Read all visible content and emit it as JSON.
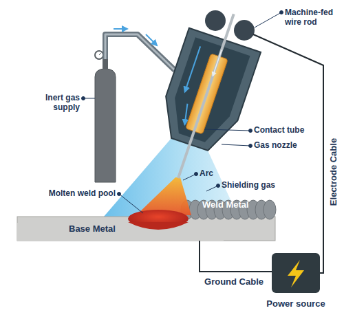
{
  "diagram": {
    "labels": [
      "Machine-fed wire rod",
      "Inert gas supply",
      "Contact tube",
      "Gas nozzle",
      "Arc",
      "Shielding gas",
      "Molten weld pool",
      "Base Metal",
      "Weld Metal",
      "Electrode Cable",
      "Ground Cable",
      "Power source"
    ]
  }
}
